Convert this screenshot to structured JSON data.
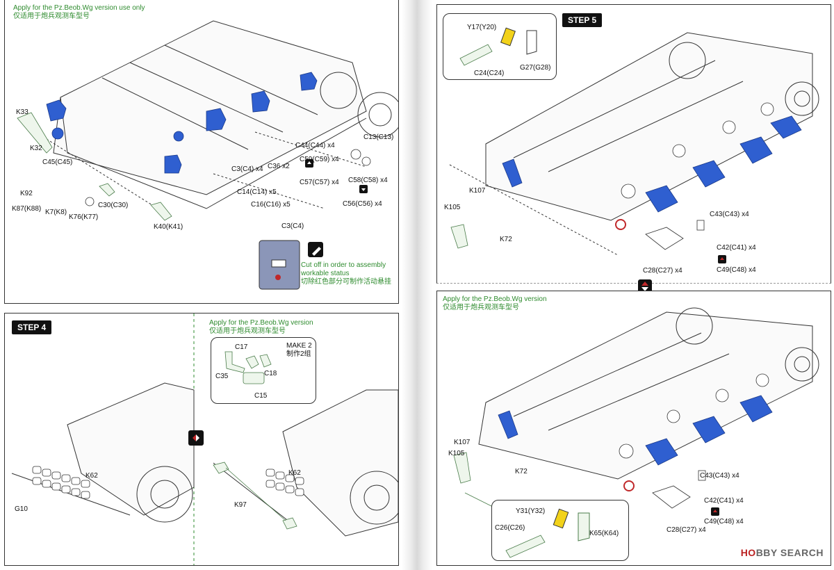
{
  "top_left": {
    "note_en": "Apply for the Pz.Beob.Wg version use only",
    "note_cn": "仅适用于炮兵观测车型号",
    "parts": [
      "K33",
      "K32",
      "C45(C45)",
      "K92",
      "K87(K88)",
      "K7(K8)",
      "K76(K77)",
      "C30(C30)",
      "K40(K41)",
      "C3(C4) x4",
      "C36 x2",
      "C14(C14) x5",
      "C16(C16) x5",
      "C44(C44) x4",
      "C59(C59) x4",
      "C57(C57) x4",
      "C58(C58) x4",
      "C56(C56) x4",
      "C13(C13)",
      "C3(C4)"
    ],
    "cut_note_en_1": "Cut off in order to assembly",
    "cut_note_en_2": "workable status",
    "cut_note_cn": "切除红色部分可制作活动悬挂"
  },
  "step4": {
    "title": "STEP 4",
    "parts_left": [
      "K62",
      "G10"
    ],
    "note_en": "Apply for the Pz.Beob.Wg version",
    "note_cn": "仅适用于炮兵观测车型号",
    "inset_parts": [
      "C17",
      "C35",
      "C18",
      "C15"
    ],
    "make_en": "MAKE 2",
    "make_cn": "制作2组",
    "parts_right": [
      "K62",
      "K97"
    ]
  },
  "step5": {
    "title": "STEP 5",
    "inset_parts": [
      "Y17(Y20)",
      "C24(C24)",
      "G27(G28)"
    ],
    "parts": [
      "K107",
      "K105",
      "K72",
      "C43(C43) x4",
      "C42(C41) x4",
      "C49(C48) x4",
      "C28(C27) x4"
    ]
  },
  "bottom_right": {
    "note_en": "Apply for the Pz.Beob.Wg version",
    "note_cn": "仅适用于炮兵观测车型号",
    "parts": [
      "K107",
      "K105",
      "K72",
      "C43(C43) x4",
      "C42(C41) x4",
      "C49(C48) x4",
      "C28(C27) x4"
    ],
    "inset_parts": [
      "Y31(Y32)",
      "C26(C26)",
      "K65(K64)"
    ]
  },
  "watermark": {
    "brand_a": "HO",
    "brand_b": "BBY SEARCH"
  },
  "colors": {
    "part_blue": "#2f5fd0",
    "note_green": "#2e8b2e",
    "yellow": "#f2d21a",
    "red_marker": "#c0282a"
  }
}
